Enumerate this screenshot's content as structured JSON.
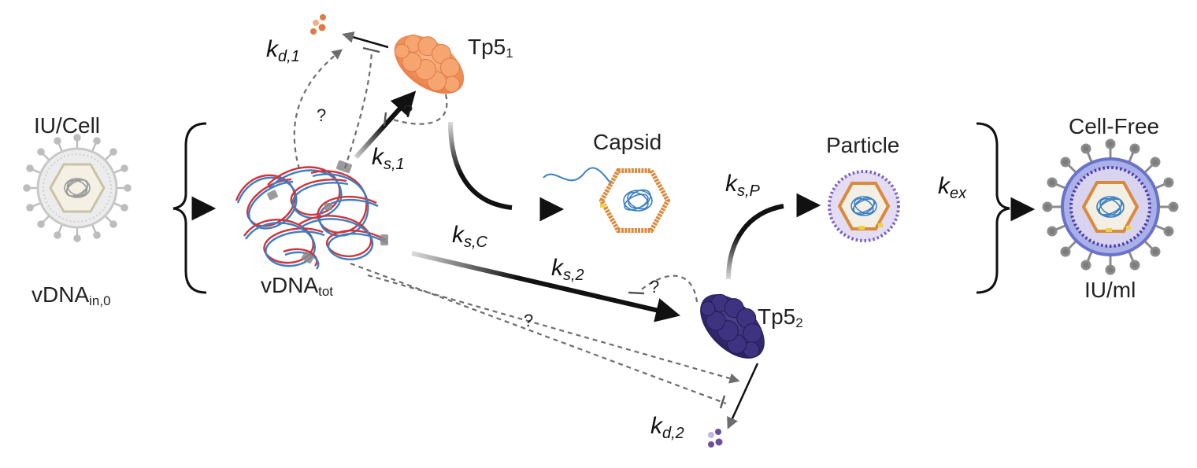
{
  "nodes": {
    "infecting_virus": {
      "title": "IU/Cell",
      "subtitle_main": "vDNA",
      "subtitle_sub": "in,0",
      "icon": "virus-particle-icon"
    },
    "vdna_pool": {
      "label_main": "vDNA",
      "label_sub": "tot",
      "icon": "viral-dna-tangle-icon"
    },
    "capsid": {
      "label": "Capsid",
      "icon": "capsid-icon"
    },
    "particle": {
      "label": "Particle",
      "icon": "assembled-particle-icon"
    },
    "cell_free": {
      "title": "Cell-Free",
      "subtitle": "IU/ml",
      "icon": "cell-free-virion-icon"
    },
    "tp5_1": {
      "label_main": "Tp5",
      "label_sub": "1",
      "icon": "orange-protein-icon",
      "color": "#f0955f"
    },
    "tp5_2": {
      "label_main": "Tp5",
      "label_sub": "2",
      "icon": "purple-protein-icon",
      "color": "#3a2f7a"
    }
  },
  "rates": {
    "kd1": {
      "k": "k",
      "sub": "d,1"
    },
    "ks1": {
      "k": "k",
      "sub": "s,1"
    },
    "ksC": {
      "k": "k",
      "sub": "s,C"
    },
    "ksP": {
      "k": "k",
      "sub": "s,P"
    },
    "kex": {
      "k": "k",
      "sub": "ex"
    },
    "ks2": {
      "k": "k",
      "sub": "s,2"
    },
    "kd2": {
      "k": "k",
      "sub": "d,2"
    }
  },
  "uncertain_interactions": {
    "q1": "?",
    "q2": "?",
    "q3": "?",
    "q4": "?"
  },
  "colors": {
    "arrow": "#111111",
    "dashed": "#777777",
    "capsid_orange": "#d98a3d",
    "dna_blue": "#3a7fc1",
    "dna_red": "#d0343a",
    "membrane_purple": "#6c4fb0"
  }
}
